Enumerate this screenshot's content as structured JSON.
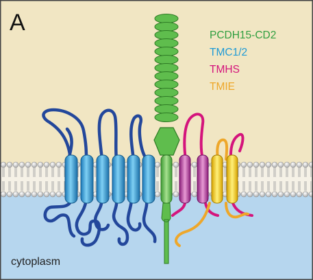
{
  "panel_letter": "A",
  "legend": [
    {
      "label": "PCDH15-CD2",
      "color": "#2e9e3f"
    },
    {
      "label": "TMC1/2",
      "color": "#1e9ad6"
    },
    {
      "label": "TMHS",
      "color": "#d4147c"
    },
    {
      "label": "TMIE",
      "color": "#eea72a"
    }
  ],
  "compartment_label": "cytoplasm",
  "colors": {
    "extracellular": "#f1e6c3",
    "cytoplasm": "#b6d6ee",
    "membrane_head": "#cfcfcf",
    "tmc_loop": "#23479b",
    "tmc_helix": "#2aa0dc",
    "pcdh15": "#5fbd4d",
    "tmhs": "#d4147c",
    "tmhs_helix": "#a2198a",
    "tmie": "#eea72a",
    "tmie_helix": "#f5c400"
  }
}
